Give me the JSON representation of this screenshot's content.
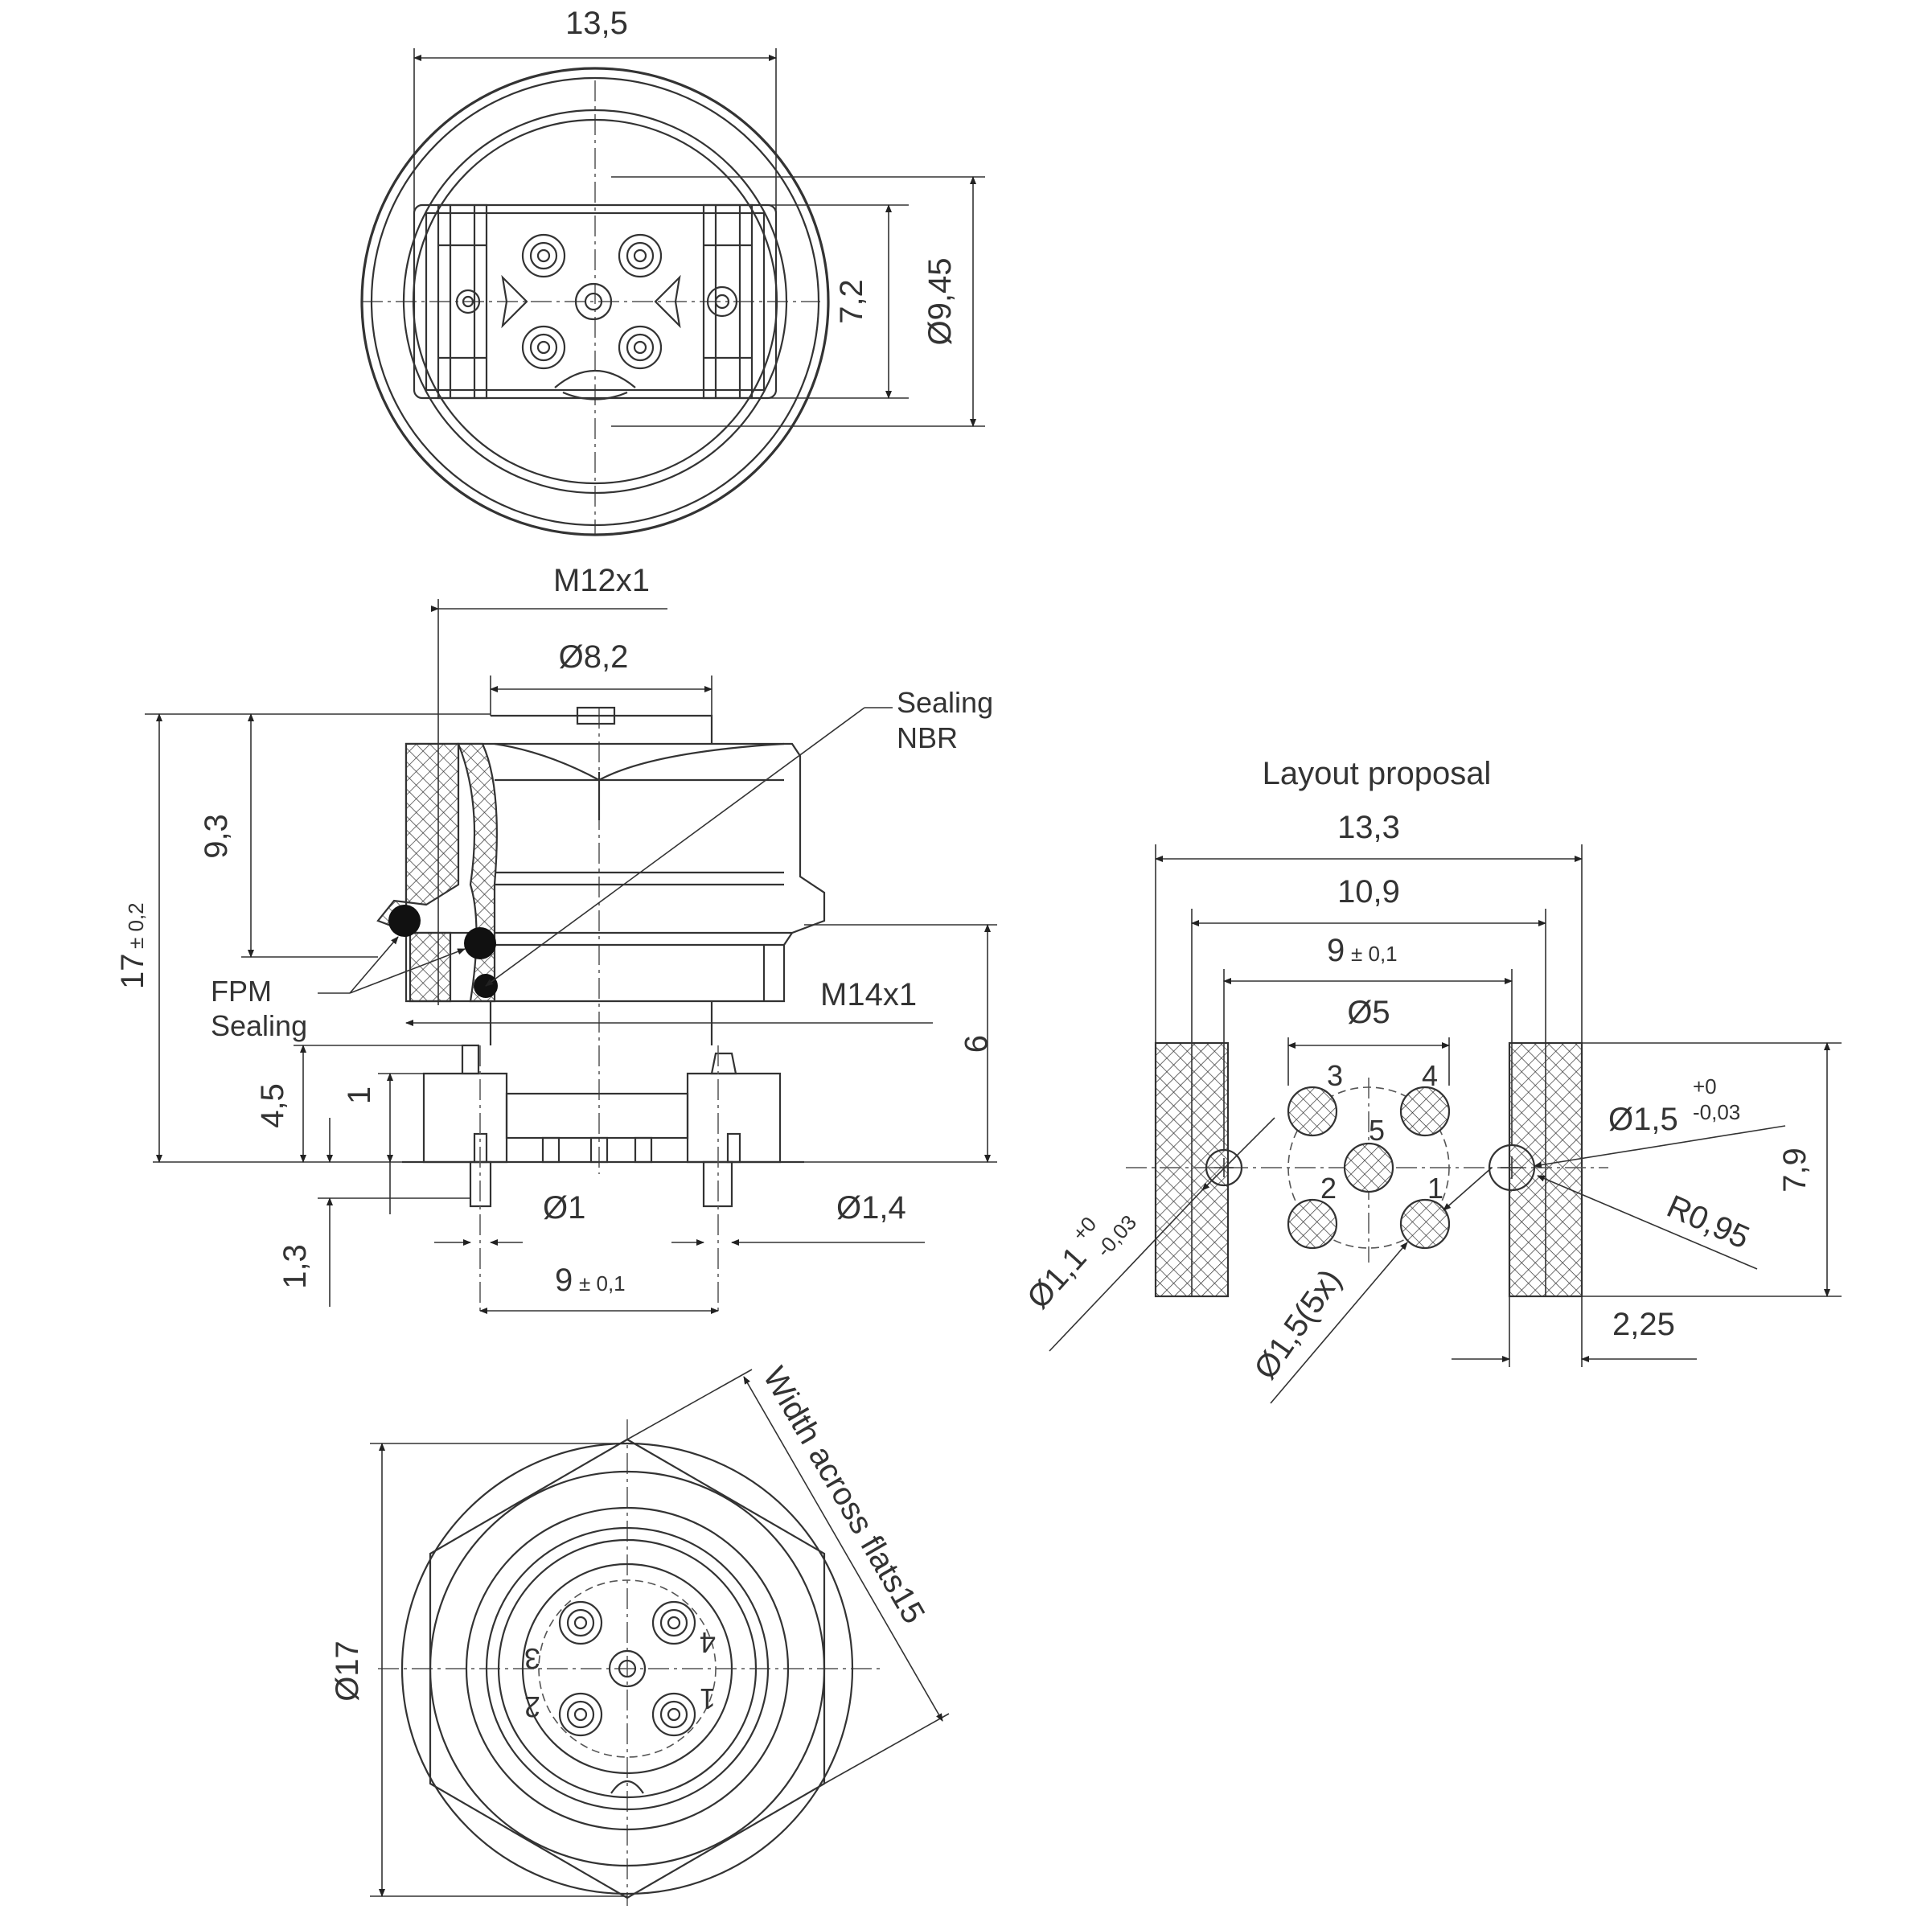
{
  "front_view": {
    "dim_width": "13,5",
    "dim_inner": "7,2",
    "dim_diameter": "Ø9,45"
  },
  "side_view": {
    "thread_top": "M12x1",
    "dim_bore": "Ø8,2",
    "dim_height_upper": "9,3",
    "dim_total_height": "17",
    "dim_total_height_tol": "± 0,2",
    "sealing_nbr_line1": "Sealing",
    "sealing_nbr_line2": "NBR",
    "fpm_line1": "FPM",
    "fpm_line2": "Sealing",
    "thread_bottom": "M14x1",
    "dim_9": "9",
    "dim_4_5": "4,5",
    "dim_1": "1",
    "dim_1_3": "1,3",
    "dim_pin_dia": "Ø1",
    "dim_post_dia": "Ø1,4",
    "dim_pitch": "9",
    "dim_pitch_tol": "± 0,1"
  },
  "bottom_view": {
    "dim_outer": "Ø17",
    "width_across_flats": "Width across flats15",
    "pin_labels": [
      "3",
      "4",
      "2",
      "1"
    ]
  },
  "layout": {
    "title": "Layout proposal",
    "dim_13_3": "13,3",
    "dim_10_9": "10,9",
    "dim_9": "9",
    "dim_9_tol": "± 0,1",
    "dim_5": "Ø5",
    "pin_numbers": [
      "3",
      "4",
      "5",
      "2",
      "1"
    ],
    "dim_hole_1_5": "Ø1,5",
    "dim_hole_1_5_tol_plus": "+0",
    "dim_hole_1_5_tol_minus": "-0,03",
    "dim_hole_1_1": "Ø1,1",
    "dim_hole_1_1_tol_plus": "+0",
    "dim_hole_1_1_tol_minus": "-0,03",
    "dim_radius": "R0,95",
    "dim_7_9": "7,9",
    "dim_pad_holes": "Ø1,5(5x)",
    "dim_2_25": "2,25"
  }
}
